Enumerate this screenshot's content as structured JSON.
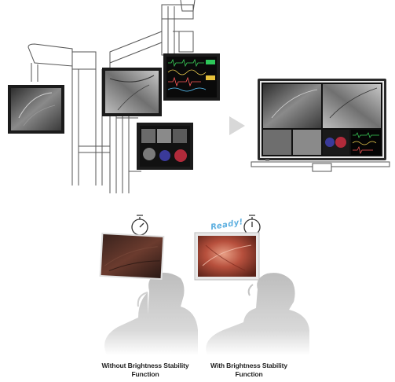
{
  "labels": {
    "ready": "Ready!",
    "without": [
      "Without Brightness Stability",
      "Function"
    ],
    "with": [
      "With Brightness Stability",
      "Function"
    ]
  },
  "colors": {
    "monitor_frame": "#1b1b1b",
    "stand": "#555555",
    "arrow": "#d8d8d8",
    "silhouette": "#cfcfcf",
    "dim_image": "#4a2c24",
    "bright_image": "#b2533f",
    "ready_text": "#5fb0e0"
  },
  "icons": [
    "stopwatch-icon-left",
    "stopwatch-icon-right"
  ]
}
